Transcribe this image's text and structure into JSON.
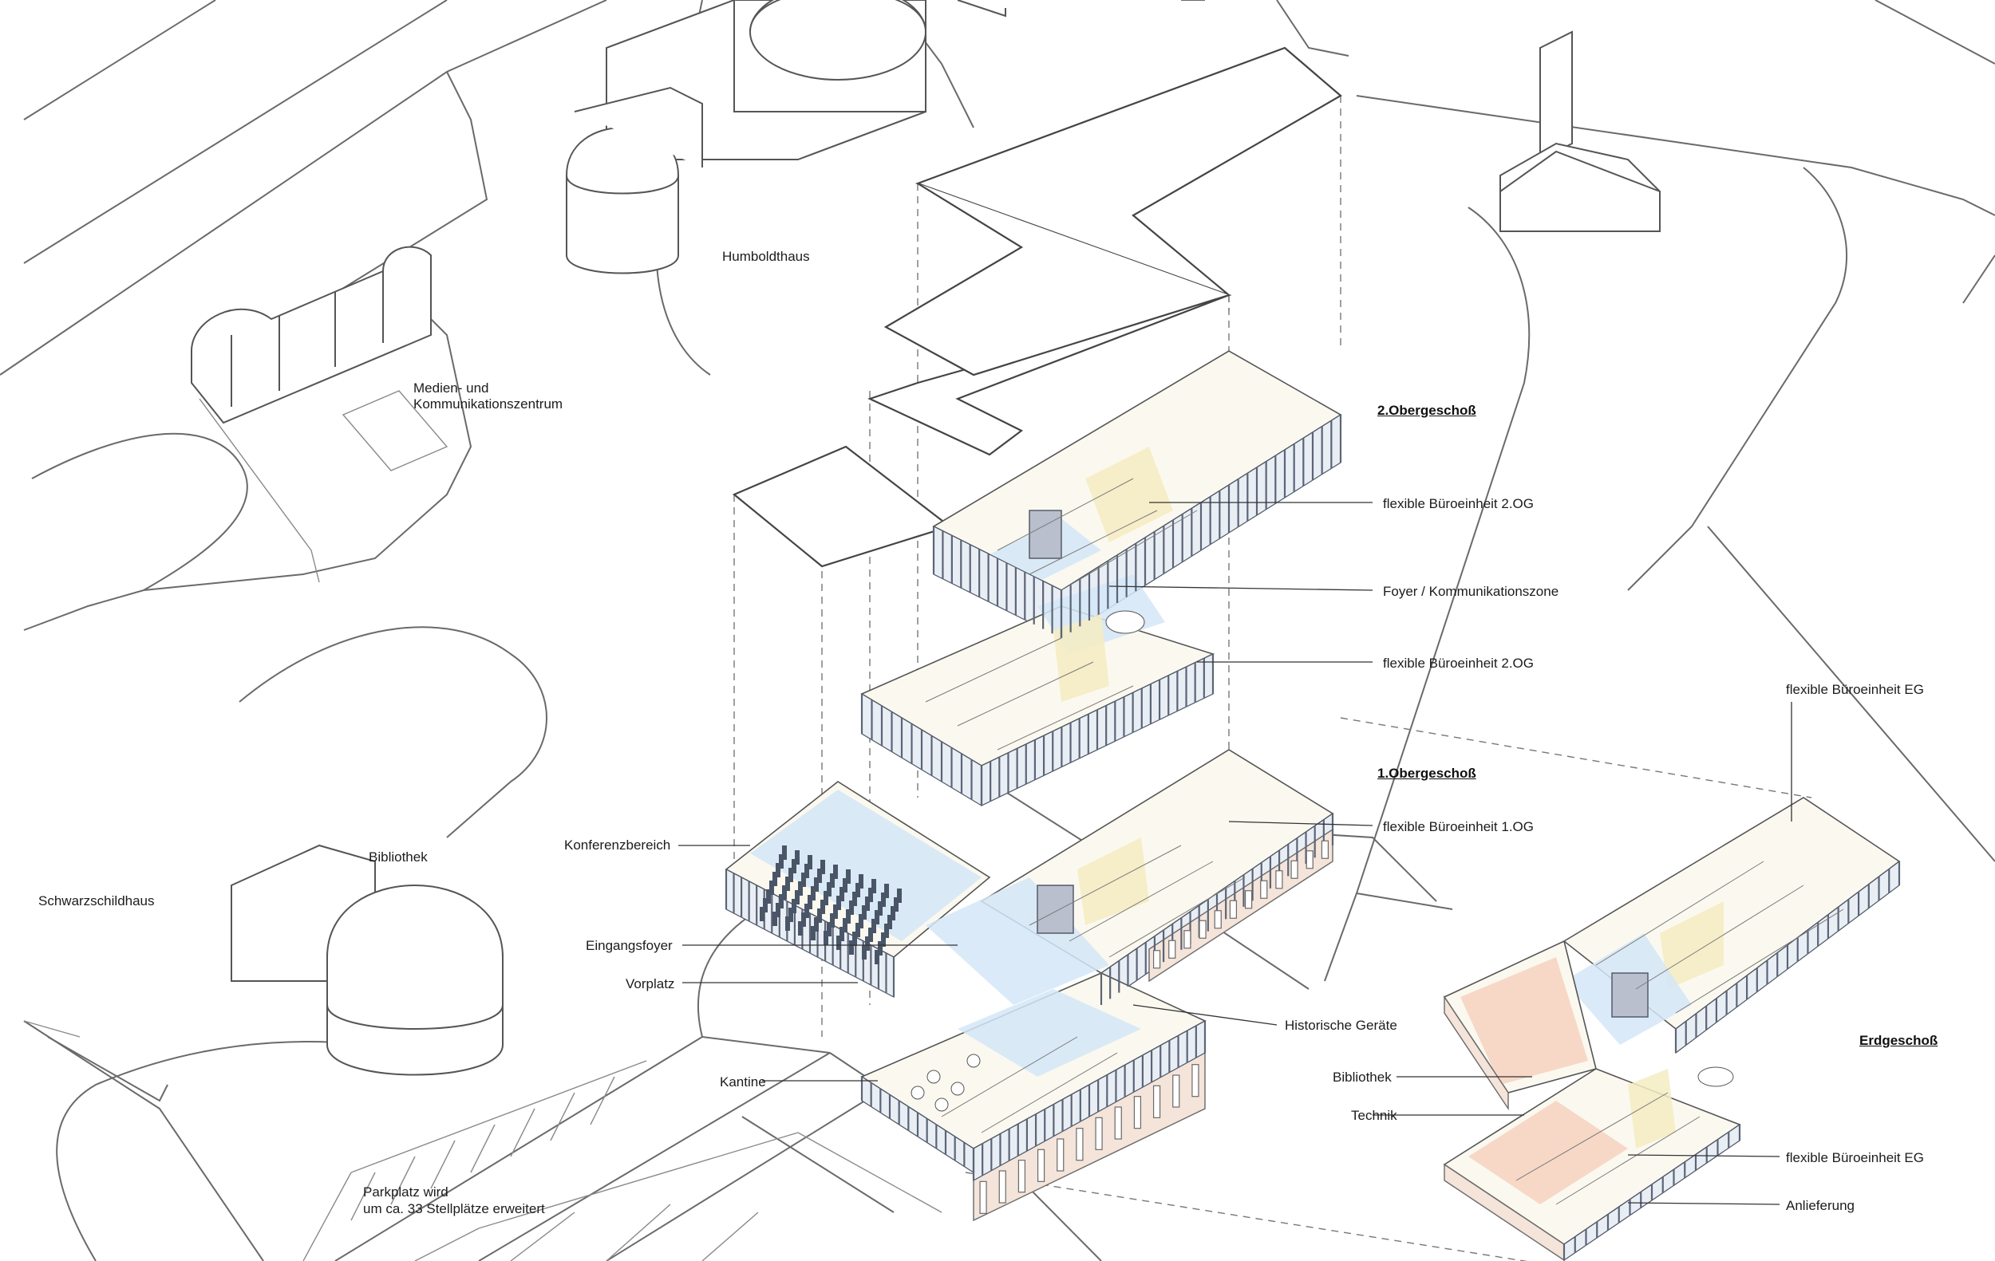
{
  "site_labels": {
    "humboldthaus": "Humboldthaus",
    "medien_line1": "Medien- und",
    "medien_line2": "Kommunikationszentrum",
    "bibliothek_site": "Bibliothek",
    "schwarzschildhaus": "Schwarzschildhaus",
    "parkplatz_line1": "Parkplatz wird",
    "parkplatz_line2": "um ca. 33 Stellplätze erweitert"
  },
  "floor_titles": {
    "og2": "2.Obergeschoß",
    "og1": "1.Obergeschoß",
    "eg": "Erdgeschoß"
  },
  "annotations": {
    "og2_unit_a": "flexible Büroeinheit 2.OG",
    "foyer_komm": "Foyer / Kommunikationszone",
    "og2_unit_b": "flexible Büroeinheit 2.OG",
    "og1_unit": "flexible Büroeinheit 1.OG",
    "konferenz": "Konferenzbereich",
    "eingangsfoyer": "Eingangsfoyer",
    "vorplatz": "Vorplatz",
    "historische": "Historische Geräte",
    "kantine": "Kantine",
    "eg_unit_top": "flexible Büroeinheit EG",
    "bibliothek_eg": "Bibliothek",
    "technik": "Technik",
    "eg_unit_bottom": "flexible Büroeinheit EG",
    "anlieferung": "Anlieferung"
  },
  "colors": {
    "foyer_blue": "#d4e6f7",
    "office_yellow": "#f4ecc2",
    "service_orange": "#f6d2bf",
    "facade_grey": "#5b6577"
  }
}
